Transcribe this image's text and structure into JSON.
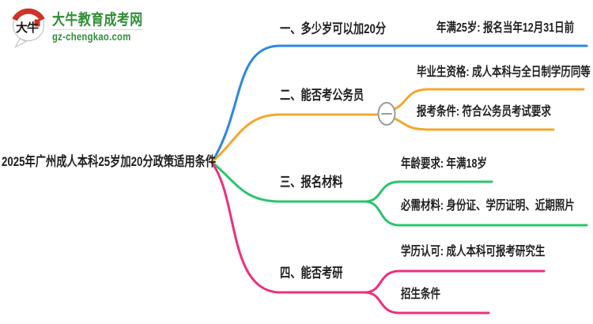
{
  "logo": {
    "badge_text": "大牛",
    "site_name": "大牛教育成考网",
    "site_url": "gz-chengkao.com"
  },
  "palette": {
    "branch1_blue": "#2B87E3",
    "branch2_orange": "#F5A62B",
    "branch3_green": "#2BC56D",
    "branch4_pink": "#F02D7D",
    "logo_green": "#2F8E36",
    "logo_red": "#CF3226",
    "collapse_gray": "#9B9B9B",
    "text": "#1F1F1F"
  },
  "mindmap": {
    "root": {
      "label": "2025年广州成人本科25岁加20分政策适用条件"
    },
    "branches": [
      {
        "label": "一、多少岁可以加20分",
        "color": "#2B87E3",
        "children": [
          {
            "label": "年满25岁: 报名当年12月31日前"
          }
        ]
      },
      {
        "label": "二、能否考公务员",
        "color": "#F5A62B",
        "collapsed": false,
        "children": [
          {
            "label": "毕业生资格: 成人本科与全日制学历同等"
          },
          {
            "label": "报考条件: 符合公务员考试要求"
          }
        ]
      },
      {
        "label": "三、报名材料",
        "color": "#2BC56D",
        "children": [
          {
            "label": "年龄要求: 年满18岁"
          },
          {
            "label": "必需材料: 身份证、学历证明、近期照片"
          }
        ]
      },
      {
        "label": "四、能否考研",
        "color": "#F02D7D",
        "children": [
          {
            "label": "学历认可: 成人本科可报考研究生"
          },
          {
            "label": "招生条件"
          }
        ]
      }
    ]
  }
}
